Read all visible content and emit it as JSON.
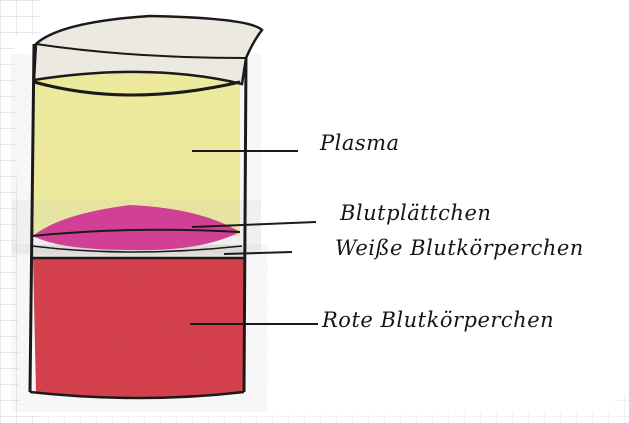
{
  "labels": {
    "plasma": "Plasma",
    "platelets": "Blutplättchen",
    "white_cells": "Weiße Blutkörperchen",
    "red_cells": "Rote Blutkörperchen"
  },
  "colors": {
    "plasma": "#f3f0a2",
    "platelets": "#d6429a",
    "white_cells": "#e6e3df",
    "red_cells": "#d9434f",
    "outline": "#1a1a1a",
    "graph_paper": "#c9d6e6"
  }
}
